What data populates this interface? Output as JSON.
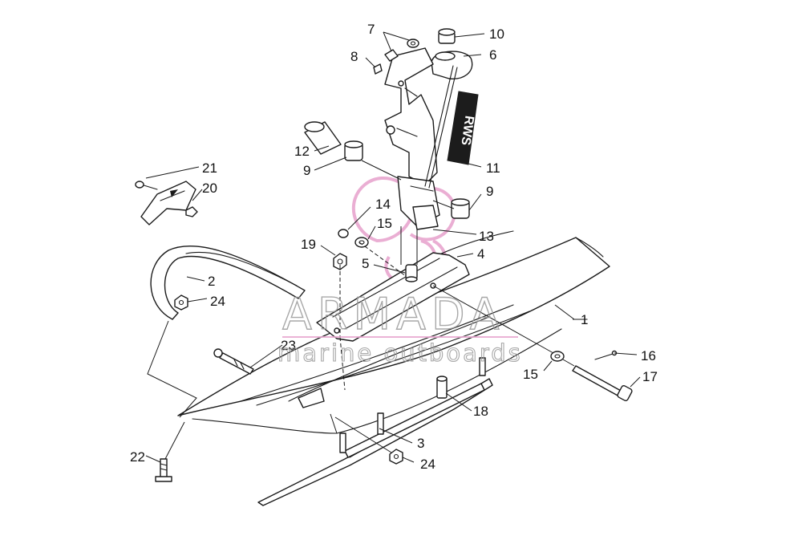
{
  "callouts": {
    "c1": "1",
    "c2": "2",
    "c3": "3",
    "c4": "4",
    "c5": "5",
    "c6": "6",
    "c7": "7",
    "c8": "8",
    "c9a": "9",
    "c9b": "9",
    "c10": "10",
    "c11": "11",
    "c12": "12",
    "c13": "13",
    "c14": "14",
    "c15a": "15",
    "c15b": "15",
    "c16": "16",
    "c17": "17",
    "c18": "18",
    "c19": "19",
    "c20": "20",
    "c21": "21",
    "c22": "22",
    "c23": "23",
    "c24a": "24",
    "c24b": "24"
  },
  "decal_text": "RWS",
  "watermark": {
    "title": "ARMADA",
    "subtitle": "marine outboards"
  },
  "colors": {
    "line": "#1a1a1a",
    "watermark_pink": "#e8a6cf",
    "watermark_gray": "#9a9a9a"
  }
}
